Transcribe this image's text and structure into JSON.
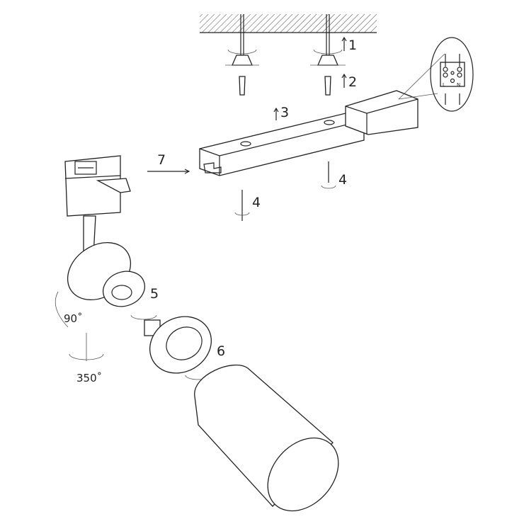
{
  "labels": {
    "step1": "1",
    "step2": "2",
    "step3": "3",
    "step4a": "4",
    "step4b": "4",
    "step5": "5",
    "step6": "6",
    "step7": "7",
    "tilt_angle": "90˚",
    "rotation_angle": "350˚",
    "terminal_live": "L",
    "terminal_neutral": "N"
  },
  "colors": {
    "line": "#222222",
    "background": "#ffffff"
  }
}
